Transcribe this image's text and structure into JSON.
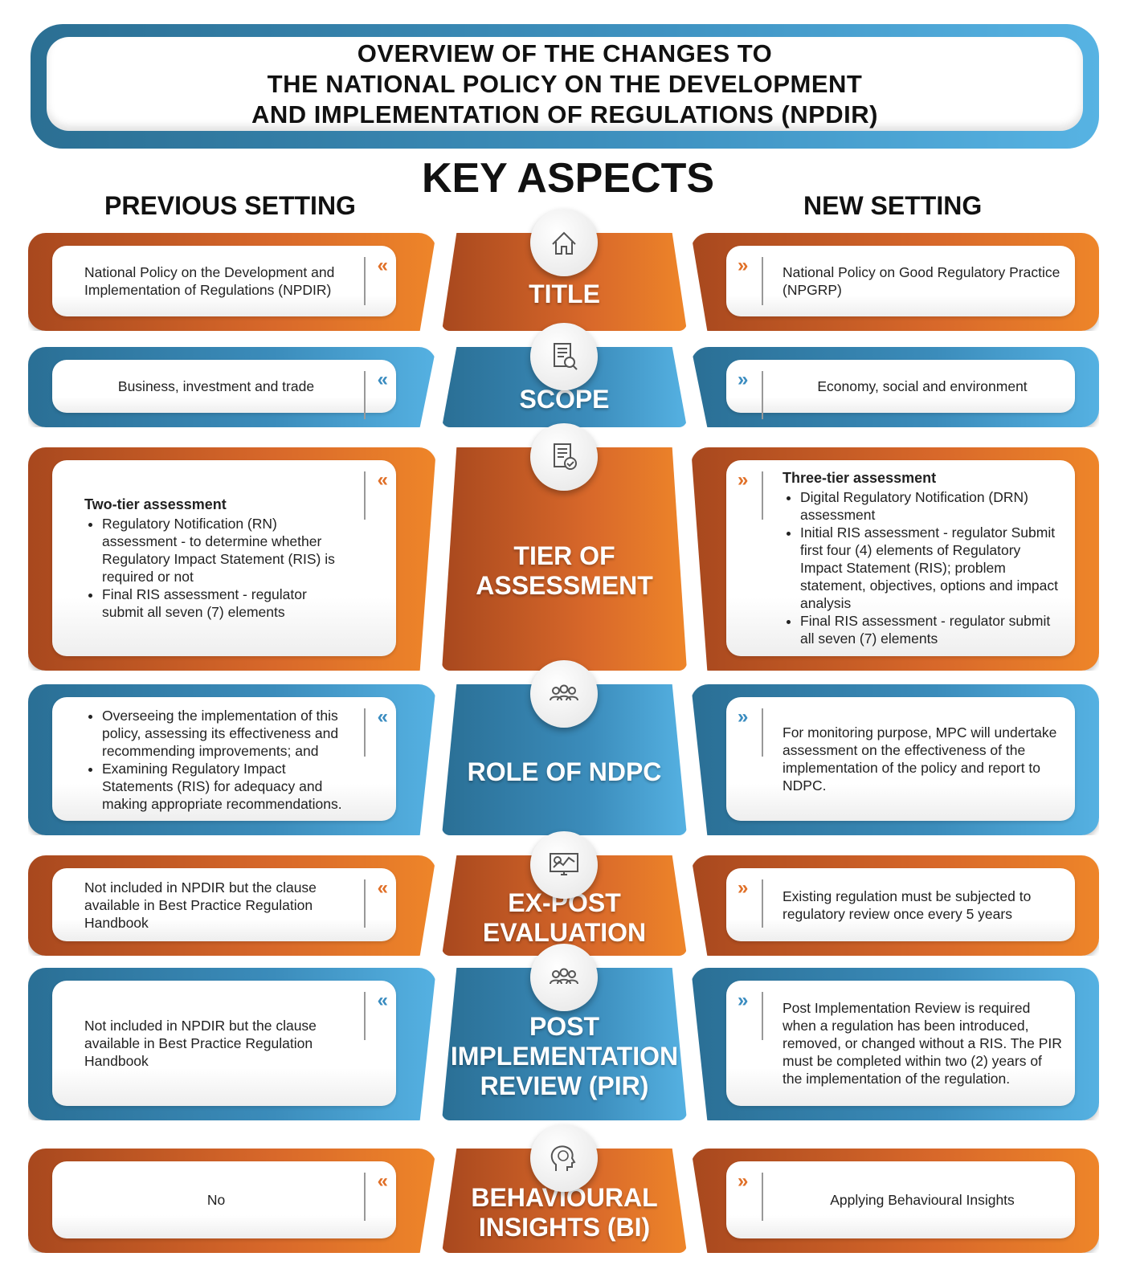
{
  "header": {
    "title_lines": [
      "OVERVIEW OF THE CHANGES TO",
      "THE NATIONAL POLICY ON THE DEVELOPMENT",
      "AND IMPLEMENTATION OF REGULATIONS (NPDIR)"
    ]
  },
  "key_aspects": "KEY ASPECTS",
  "previous_heading": "PREVIOUS SETTING",
  "new_heading": "NEW SETTING",
  "chevron_left": "«",
  "chevron_right": "»",
  "colors": {
    "orange": "#d8682a",
    "blue": "#3b8cbb"
  },
  "rows": [
    {
      "aspect": "TITLE",
      "icon": "house-icon",
      "color": "orange",
      "previous": {
        "text": "National Policy on the Development and Implementation of Regulations (NPDIR)"
      },
      "new": {
        "text": "National Policy on Good Regulatory Practice (NPGRP)"
      }
    },
    {
      "aspect": "SCOPE",
      "icon": "document-search-icon",
      "color": "blue",
      "previous": {
        "text": "Business, investment and trade"
      },
      "new": {
        "text": "Economy, social and environment"
      }
    },
    {
      "aspect": "TIER OF ASSESSMENT",
      "icon": "document-check-icon",
      "color": "orange",
      "previous": {
        "heading": "Two-tier assessment",
        "bullets": [
          "Regulatory Notification (RN) assessment - to determine whether Regulatory Impact Statement (RIS) is required or not",
          "Final RIS assessment - regulator submit all seven (7) elements"
        ]
      },
      "new": {
        "heading": "Three-tier assessment",
        "bullets": [
          "Digital Regulatory Notification (DRN) assessment",
          "Initial RIS assessment - regulator Submit first four (4)  elements of Regulatory Impact Statement (RIS); problem statement, objectives, options and impact analysis",
          "Final RIS assessment - regulator submit all seven (7) elements"
        ]
      }
    },
    {
      "aspect": "ROLE OF NDPC",
      "icon": "people-group-icon",
      "color": "blue",
      "previous": {
        "bullets": [
          "Overseeing the implementation of this policy, assessing its effectiveness and recommending improvements; and",
          "Examining Regulatory Impact Statements (RIS) for adequacy and making appropriate recommendations."
        ]
      },
      "new": {
        "text": "For monitoring purpose, MPC will undertake assessment on the effectiveness of the implementation of the policy and report to NDPC."
      }
    },
    {
      "aspect": "EX-POST EVALUATION",
      "icon": "monitor-chart-icon",
      "color": "orange",
      "previous": {
        "text": "Not included in NPDIR but the clause available in Best Practice Regulation Handbook"
      },
      "new": {
        "text": "Existing regulation must be subjected to regulatory review once every 5 years"
      }
    },
    {
      "aspect": "POST IMPLEMENTATION REVIEW (PIR)",
      "icon": "people-group-icon",
      "color": "blue",
      "previous": {
        "text": "Not included in NPDIR but the clause available in Best Practice Regulation Handbook"
      },
      "new": {
        "text": "Post Implementation Review is required when a regulation has been introduced, removed, or changed without a RIS. The PIR must be completed within two (2) years of the implementation of the regulation."
      }
    },
    {
      "aspect": "BEHAVIOURAL INSIGHTS (BI)",
      "icon": "brain-head-icon",
      "color": "orange",
      "previous": {
        "text": "No"
      },
      "new": {
        "text": "Applying Behavioural Insights"
      }
    }
  ]
}
